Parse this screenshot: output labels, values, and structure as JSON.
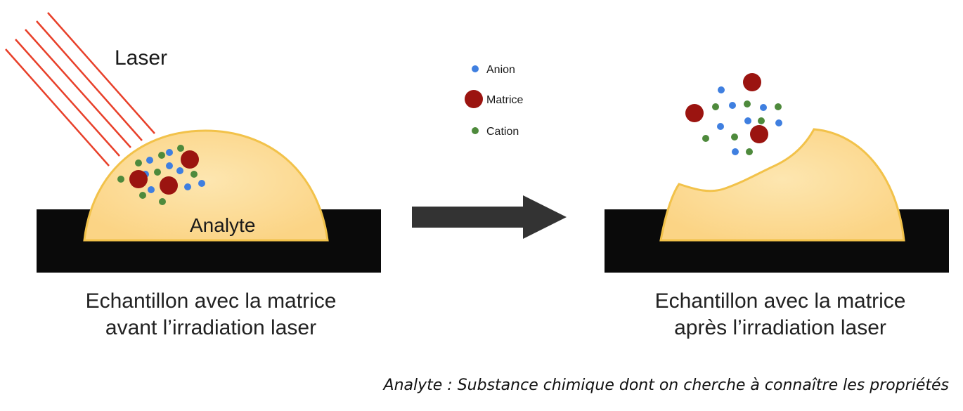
{
  "labels": {
    "laser": "Laser",
    "analyte": "Analyte"
  },
  "legend": [
    {
      "label": "Anion",
      "color": "#3f7fe0",
      "kind": "anion"
    },
    {
      "label": "Matrice",
      "color": "#9b1410",
      "kind": "matrice"
    },
    {
      "label": "Cation",
      "color": "#4e8a3c",
      "kind": "cation"
    }
  ],
  "captions": {
    "before": {
      "line1": "Echantillon avec la matrice",
      "line2": "avant l’irradiation laser"
    },
    "after": {
      "line1": "Echantillon avec la matrice",
      "line2": "après l’irradiation laser"
    }
  },
  "footnote": "Analyte : Substance chimique dont on cherche à connaître les propriétés",
  "colors": {
    "analyte_fill": "#fbd98e",
    "analyte_edge": "#f2c24a",
    "substrate": "#0a0a0a",
    "laser": "#e8402a",
    "arrow": "#333333"
  }
}
